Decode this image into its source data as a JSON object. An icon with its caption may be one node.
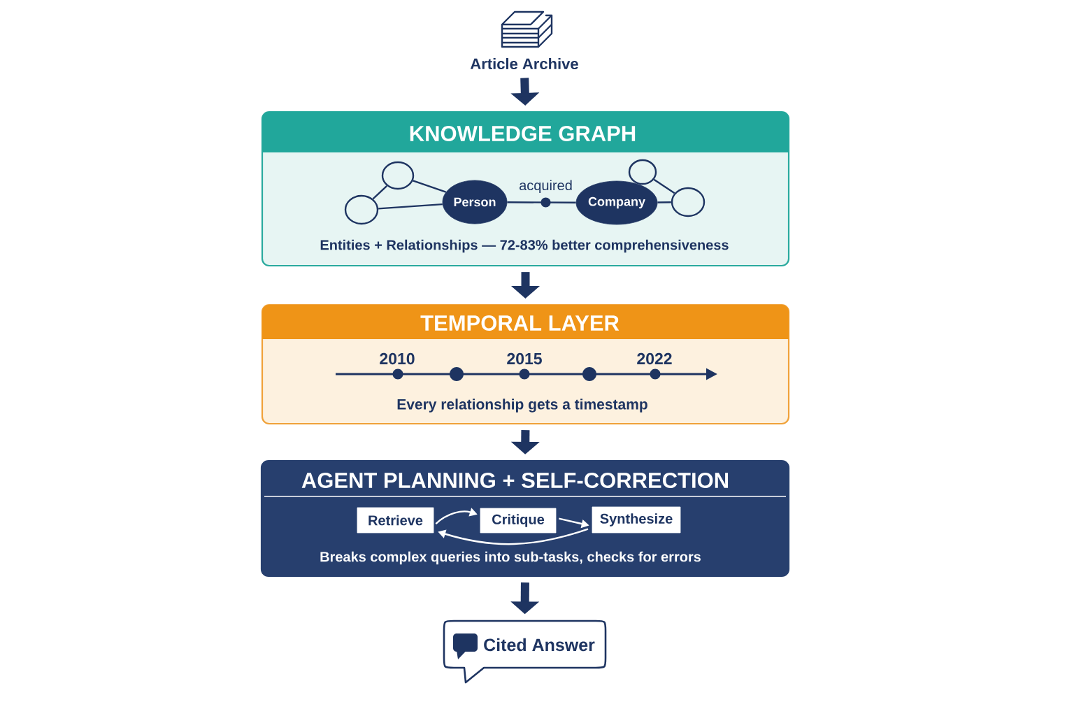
{
  "diagram": {
    "nodes": [
      {
        "text": [
          "Article Archive"
        ]
      },
      {
        "text": [
          "KNOWLEDGE GRAPH",
          "Entities + Relationships — 72-83% better comprehensiveness"
        ]
      },
      {
        "text": [],
        "shape": "circle",
        "in": 1
      },
      {
        "text": [],
        "shape": "circle",
        "in": 1
      },
      {
        "text": [
          "Person"
        ],
        "in": 1
      },
      {
        "text": [
          "Company"
        ],
        "in": 1
      },
      {
        "text": [],
        "shape": "circle",
        "in": 1
      },
      {
        "text": [],
        "shape": "circle",
        "in": 1
      },
      {
        "text": [
          "TEMPORAL LAYER",
          "Every relationship gets a timestamp"
        ]
      },
      {
        "text": [
          "AGENT PLANNING + SELF-CORRECTION",
          "Breaks complex queries into sub-tasks, checks for errors"
        ]
      },
      {
        "text": [
          "Retrieve"
        ],
        "in": 9
      },
      {
        "text": [
          "Critique"
        ],
        "in": 9
      },
      {
        "text": [
          "Synthesize"
        ],
        "in": 9
      },
      {
        "text": [
          "Cited Answer"
        ]
      }
    ],
    "edges": [
      {
        "from": 0,
        "to": 1,
        "arrow": "to",
        "style": "thick"
      },
      {
        "from": 2,
        "to": 3,
        "arrow": "none"
      },
      {
        "from": 2,
        "to": 4,
        "arrow": "none"
      },
      {
        "from": 3,
        "to": 4,
        "arrow": "none"
      },
      {
        "from": 4,
        "to": 5,
        "arrow": "none",
        "label": "acquired"
      },
      {
        "from": 6,
        "to": 7,
        "arrow": "none"
      },
      {
        "from": 5,
        "to": 7,
        "arrow": "none"
      },
      {
        "from": 1,
        "to": 8,
        "arrow": "to",
        "style": "thick"
      },
      {
        "from": 8,
        "to": 9,
        "arrow": "to",
        "style": "thick"
      },
      {
        "from": 10,
        "to": 11,
        "arrow": "to",
        "color": "#ffffff"
      },
      {
        "from": 11,
        "to": 12,
        "arrow": "to",
        "color": "#ffffff"
      },
      {
        "from": 12,
        "to": 10,
        "arrow": "to",
        "color": "#ffffff"
      },
      {
        "from": 9,
        "to": 13,
        "arrow": "to",
        "style": "thick"
      }
    ],
    "labels": [
      "2010",
      "2015",
      "2022"
    ]
  }
}
